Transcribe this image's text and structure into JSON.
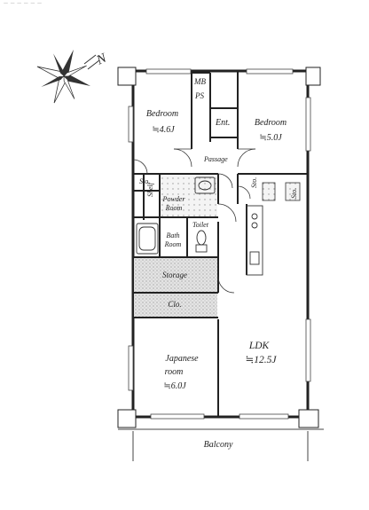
{
  "header": {
    "caption": "— — — — — —"
  },
  "compass": {
    "icon": "compass-rose-icon",
    "north_label": "N"
  },
  "rooms": {
    "bedroom_west": {
      "name": "Bedroom",
      "size": "≒4.6J"
    },
    "bedroom_east": {
      "name": "Bedroom",
      "size": "≒5.0J"
    },
    "mb": "MB",
    "ps": "PS",
    "entrance": "Ent.",
    "passage": "Passage",
    "shoe_storage": "Sto.",
    "shelf": "Shelf",
    "powder_room": {
      "line1": "Powder",
      "line2": "Room"
    },
    "bath_room": {
      "line1": "Bath",
      "line2": "Room"
    },
    "toilet": "Toilet",
    "storage": "Storage",
    "closet": "Clo.",
    "japanese_room": {
      "line1": "Japanese",
      "line2": "room",
      "size": "≒6.0J"
    },
    "ldk": {
      "name": "LDK",
      "size": "≒12.5J"
    },
    "balcony": "Balcony",
    "sto_small_1": "Sto.",
    "sto_small_2": "Sto."
  },
  "colors": {
    "wall": "#222222",
    "storage_fill": "#dcdcdc",
    "line": "#333333"
  }
}
